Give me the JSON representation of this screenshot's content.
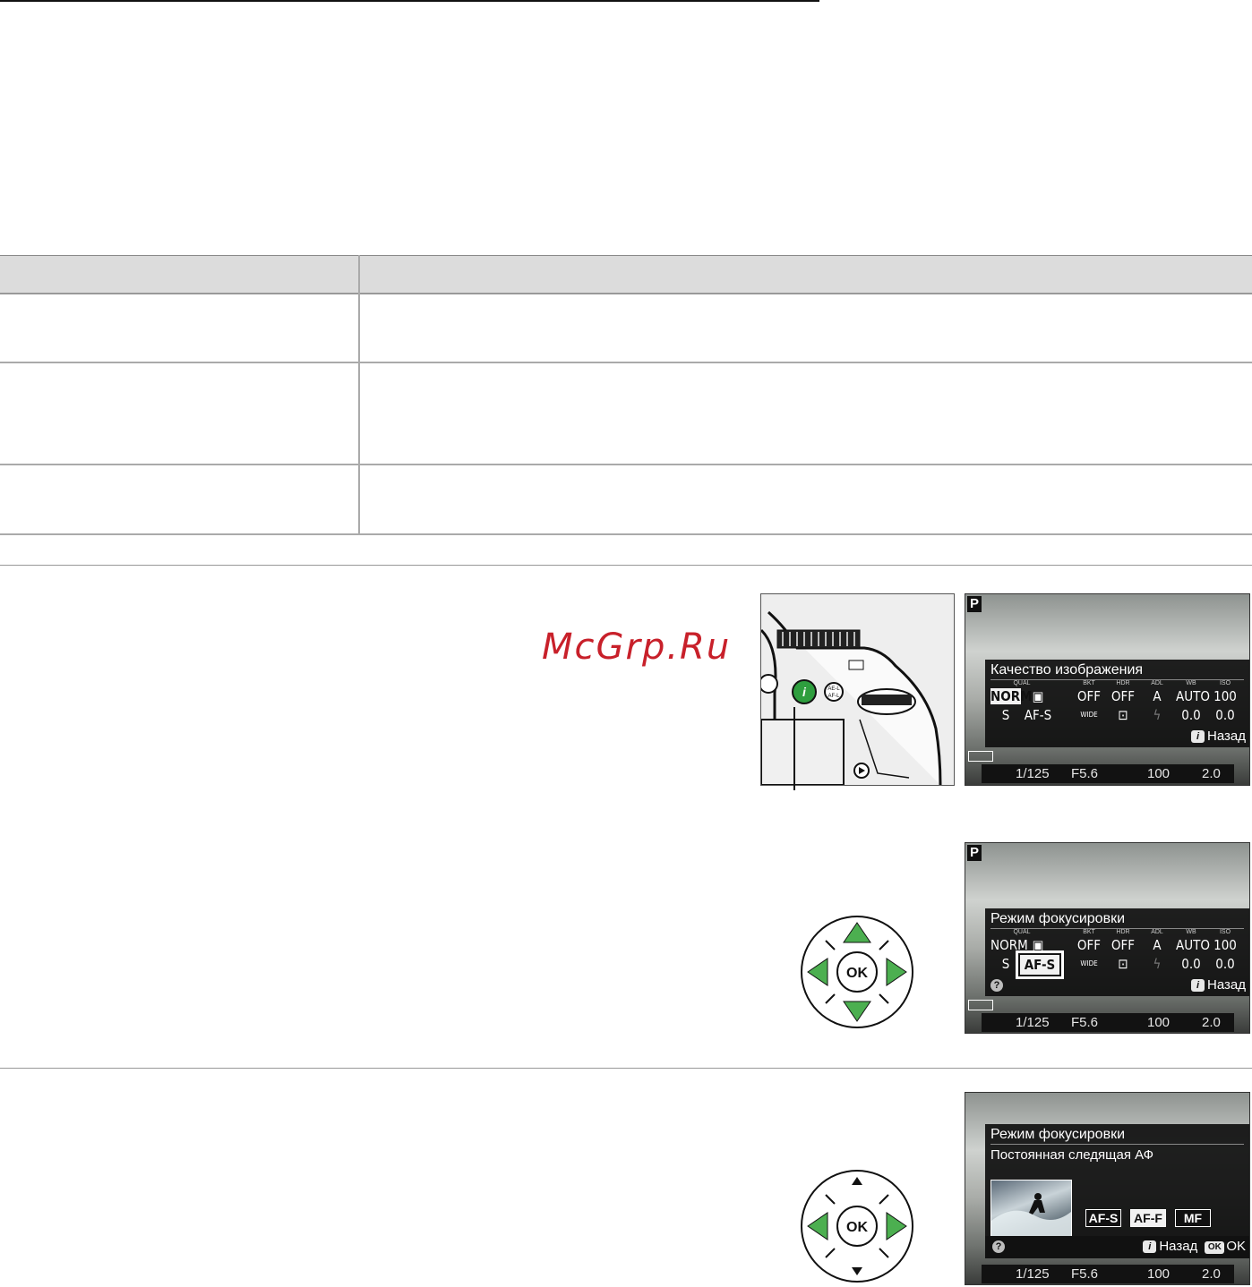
{
  "watermark": "McGrp.Ru",
  "camera_illustration": {
    "info_button_label": "i",
    "afl_button_label": "AE-L AF-L"
  },
  "screen1": {
    "mode": "P",
    "title": "Качество изображения",
    "col_labels": [
      "QUAL",
      "",
      "BKT",
      "HDR",
      "ADL",
      "WB",
      "ISO"
    ],
    "row1": [
      "NORM",
      "▣",
      "OFF",
      "OFF",
      "A",
      "AUTO",
      "100"
    ],
    "row2": [
      "S",
      "AF-S",
      "WIDE",
      "⊡",
      "ϟ",
      "0.0",
      "0.0"
    ],
    "back_label": "Назад",
    "status": {
      "shutter": "1/125",
      "aperture": "F5.6",
      "iso": "100",
      "remaining": "2.0"
    }
  },
  "screen2": {
    "mode": "P",
    "title": "Режим фокусировки",
    "col_labels": [
      "QUAL",
      "",
      "BKT",
      "HDR",
      "ADL",
      "WB",
      "ISO"
    ],
    "row1": [
      "NORM",
      "▣",
      "OFF",
      "OFF",
      "A",
      "AUTO",
      "100"
    ],
    "row2": [
      "S",
      "AF-S",
      "WIDE",
      "⊡",
      "ϟ",
      "0.0",
      "0.0"
    ],
    "back_label": "Назад",
    "help": "?",
    "status": {
      "shutter": "1/125",
      "aperture": "F5.6",
      "iso": "100",
      "remaining": "2.0"
    }
  },
  "screen3": {
    "title": "Режим фокусировки",
    "subtitle": "Постоянная следящая АФ",
    "modes": [
      "AF-S",
      "AF-F",
      "MF"
    ],
    "selected_mode": "AF-F",
    "back_label": "Назад",
    "ok_label": "OK",
    "help": "?",
    "status": {
      "shutter": "1/125",
      "aperture": "F5.6",
      "iso": "100",
      "remaining": "2.0"
    }
  },
  "multi_selector": {
    "center_label": "OK"
  },
  "colors": {
    "arrow_green": "#4caf50",
    "watermark_red": "#c8202a",
    "screen_panel": "#111111"
  }
}
